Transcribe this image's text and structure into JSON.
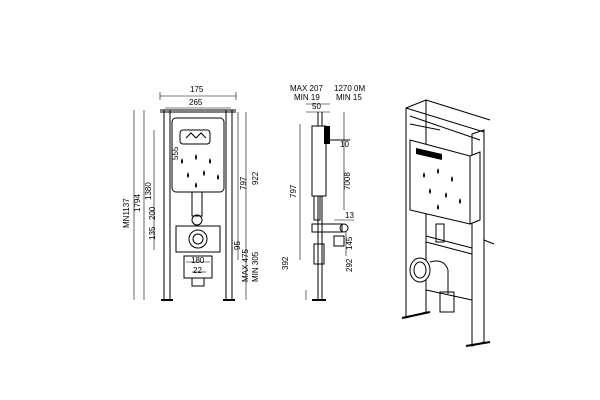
{
  "front_view": {
    "dim_top_outer": "175",
    "dim_top_inner": "265",
    "dim_left_total": "MN1137",
    "dim_left_frame": "1794",
    "dim_left_tank": "1380",
    "dim_tank_height": "555",
    "dim_pipe_upper": "200",
    "dim_pipe_lower": "135",
    "dim_right_outer": "922",
    "dim_right_inner": "797",
    "dim_bottom_width": "180",
    "dim_bottom_small": "22",
    "dim_bottom_right_a": "95",
    "dim_bottom_right_b": "MAX 475",
    "dim_bottom_right_c": "MIN 305"
  },
  "side_view": {
    "dim_max_depth": "MAX 207",
    "dim_min_depth": "MIN 19",
    "dim_max_right": "1270 0M",
    "dim_min_right": "MIN 15",
    "dim_top_small": "50",
    "dim_plate": "10",
    "dim_left_height": "797",
    "dim_right_height": "7008",
    "dim_pipe_small": "13",
    "dim_pipe_right": "145",
    "dim_lower_left": "392",
    "dim_lower_right": "292"
  }
}
